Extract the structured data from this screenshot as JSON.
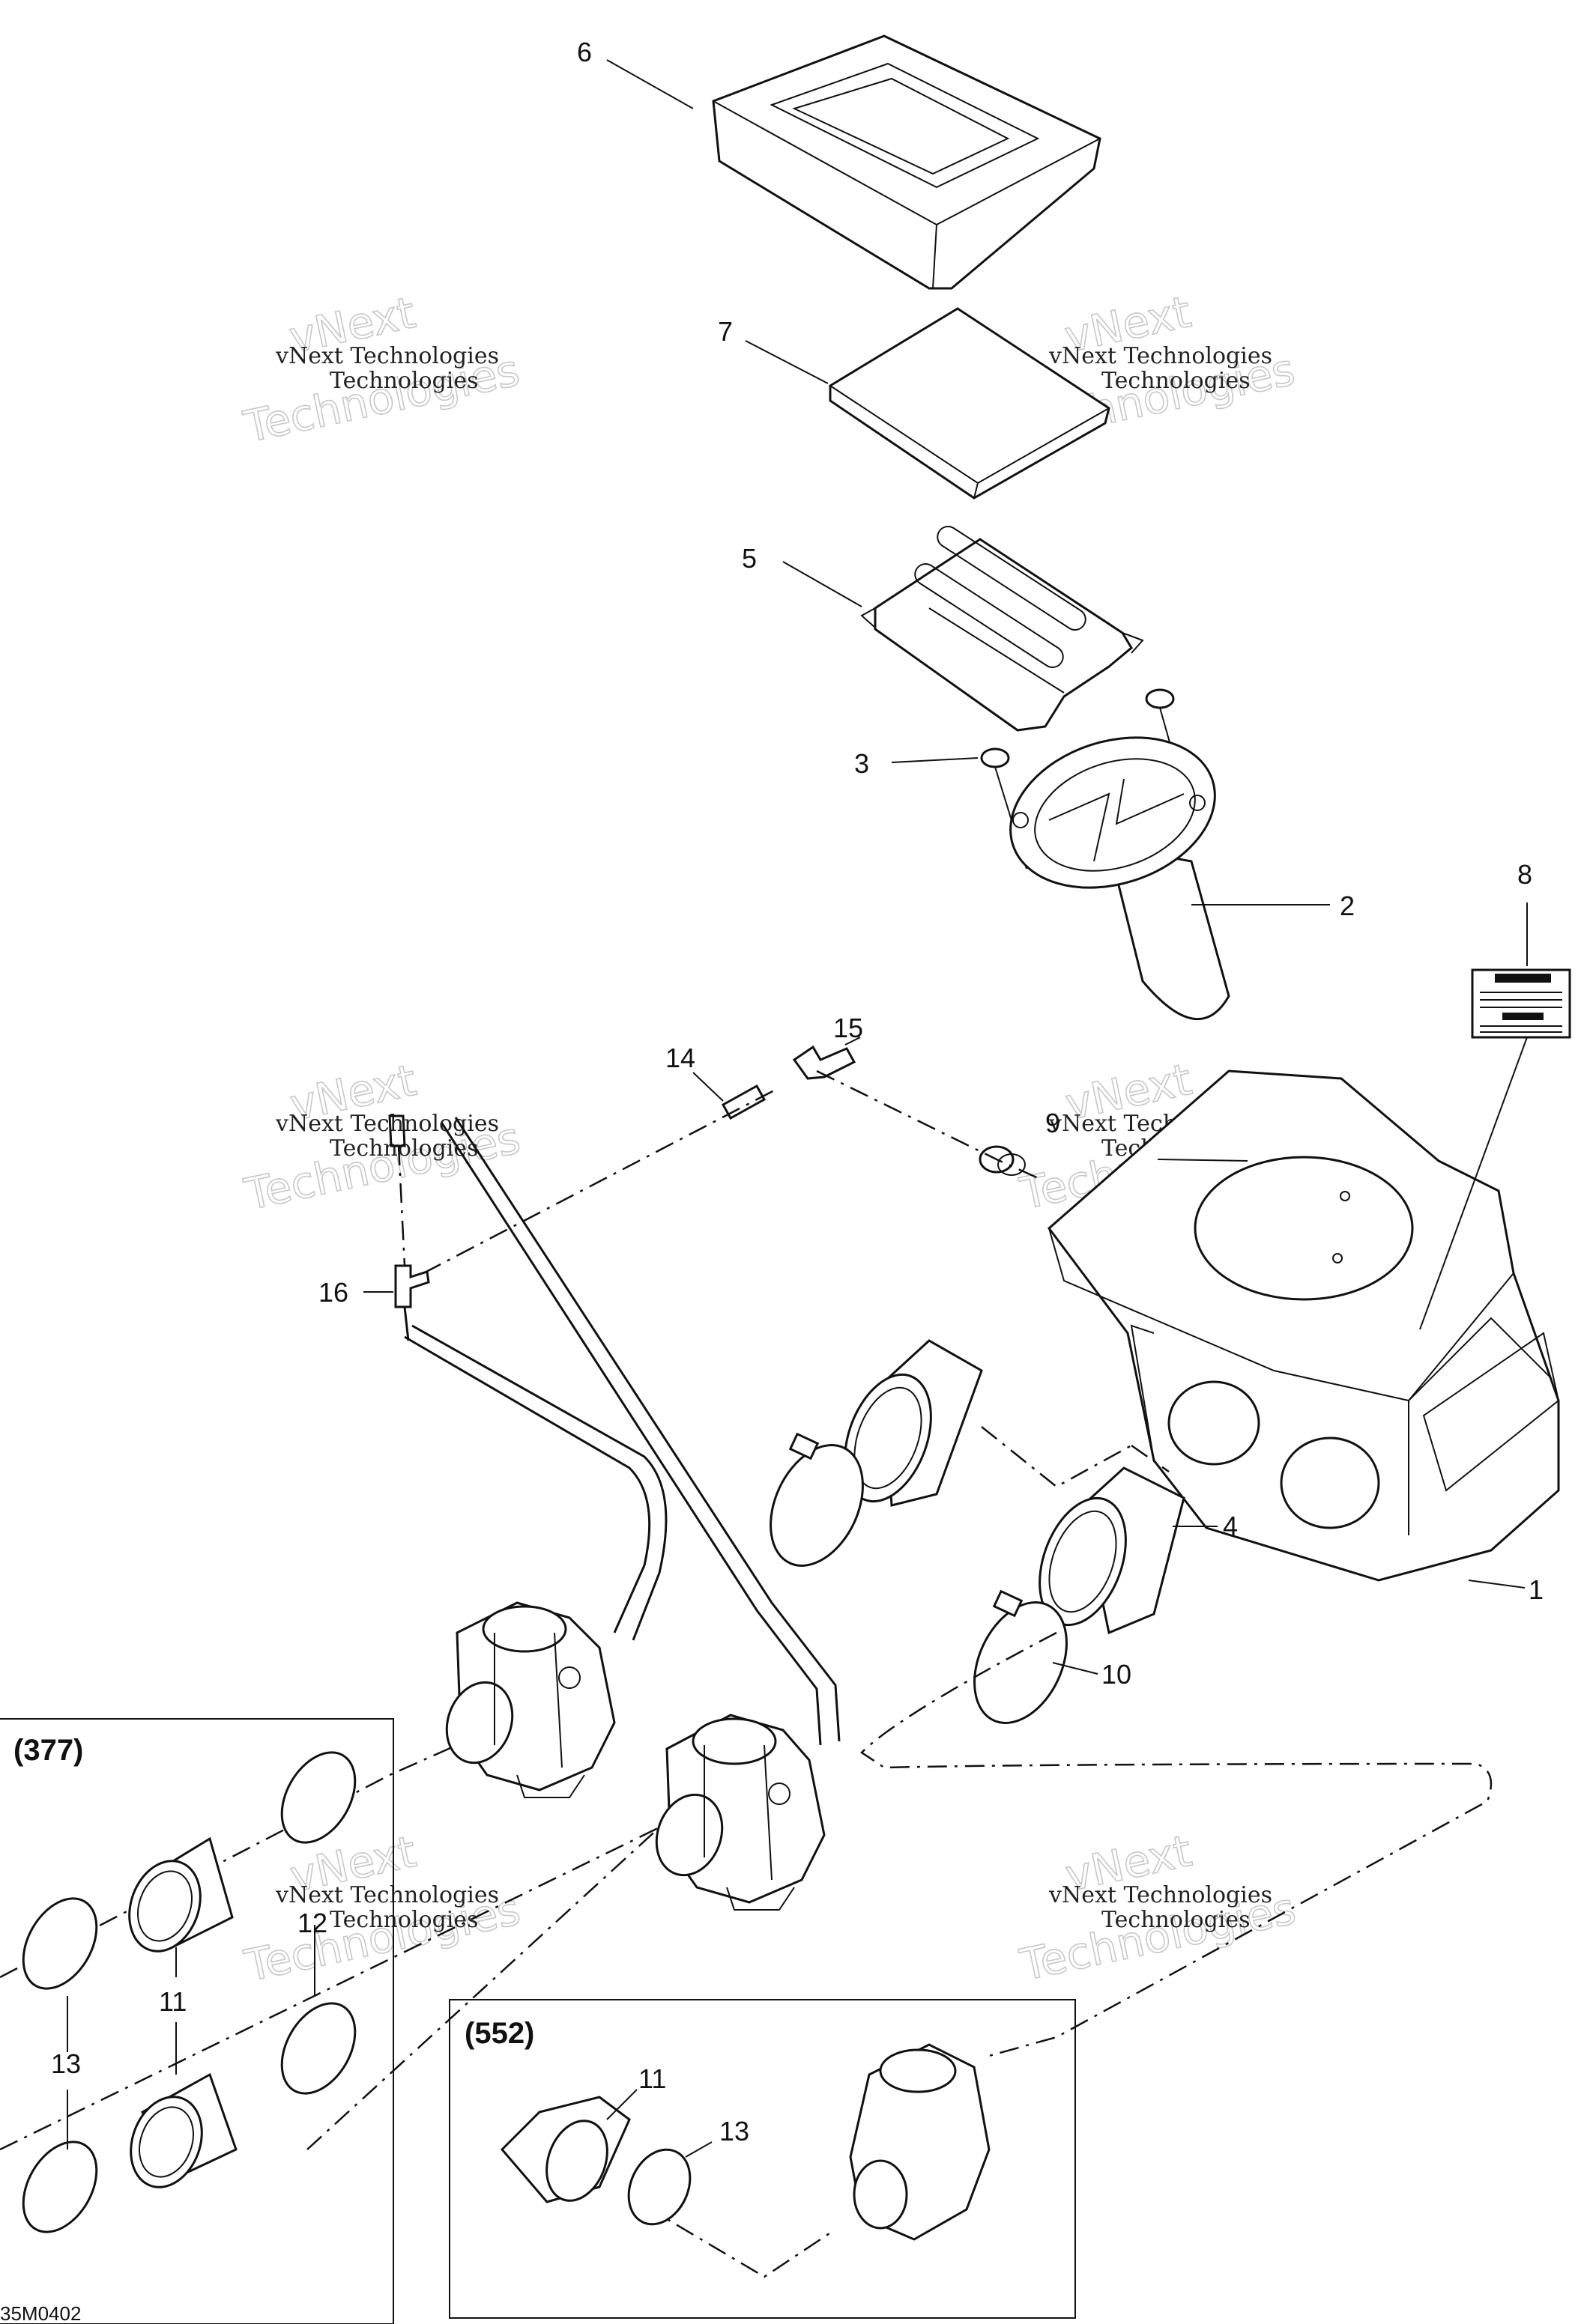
{
  "callouts": {
    "c1": "1",
    "c2": "2",
    "c3": "3",
    "c4": "4",
    "c5": "5",
    "c6": "6",
    "c7": "7",
    "c8": "8",
    "c9": "9",
    "c10": "10",
    "c11a": "11",
    "c11b": "11",
    "c12": "12",
    "c13a": "13",
    "c13b": "13",
    "c14": "14",
    "c15": "15",
    "c16": "16"
  },
  "boxes": {
    "box377": "(377)",
    "box552": "(552)"
  },
  "watermark": {
    "line1": "vNext Technologies",
    "line2": "vNext",
    "line3": "Technologies"
  },
  "drawing_code": "35M0402"
}
